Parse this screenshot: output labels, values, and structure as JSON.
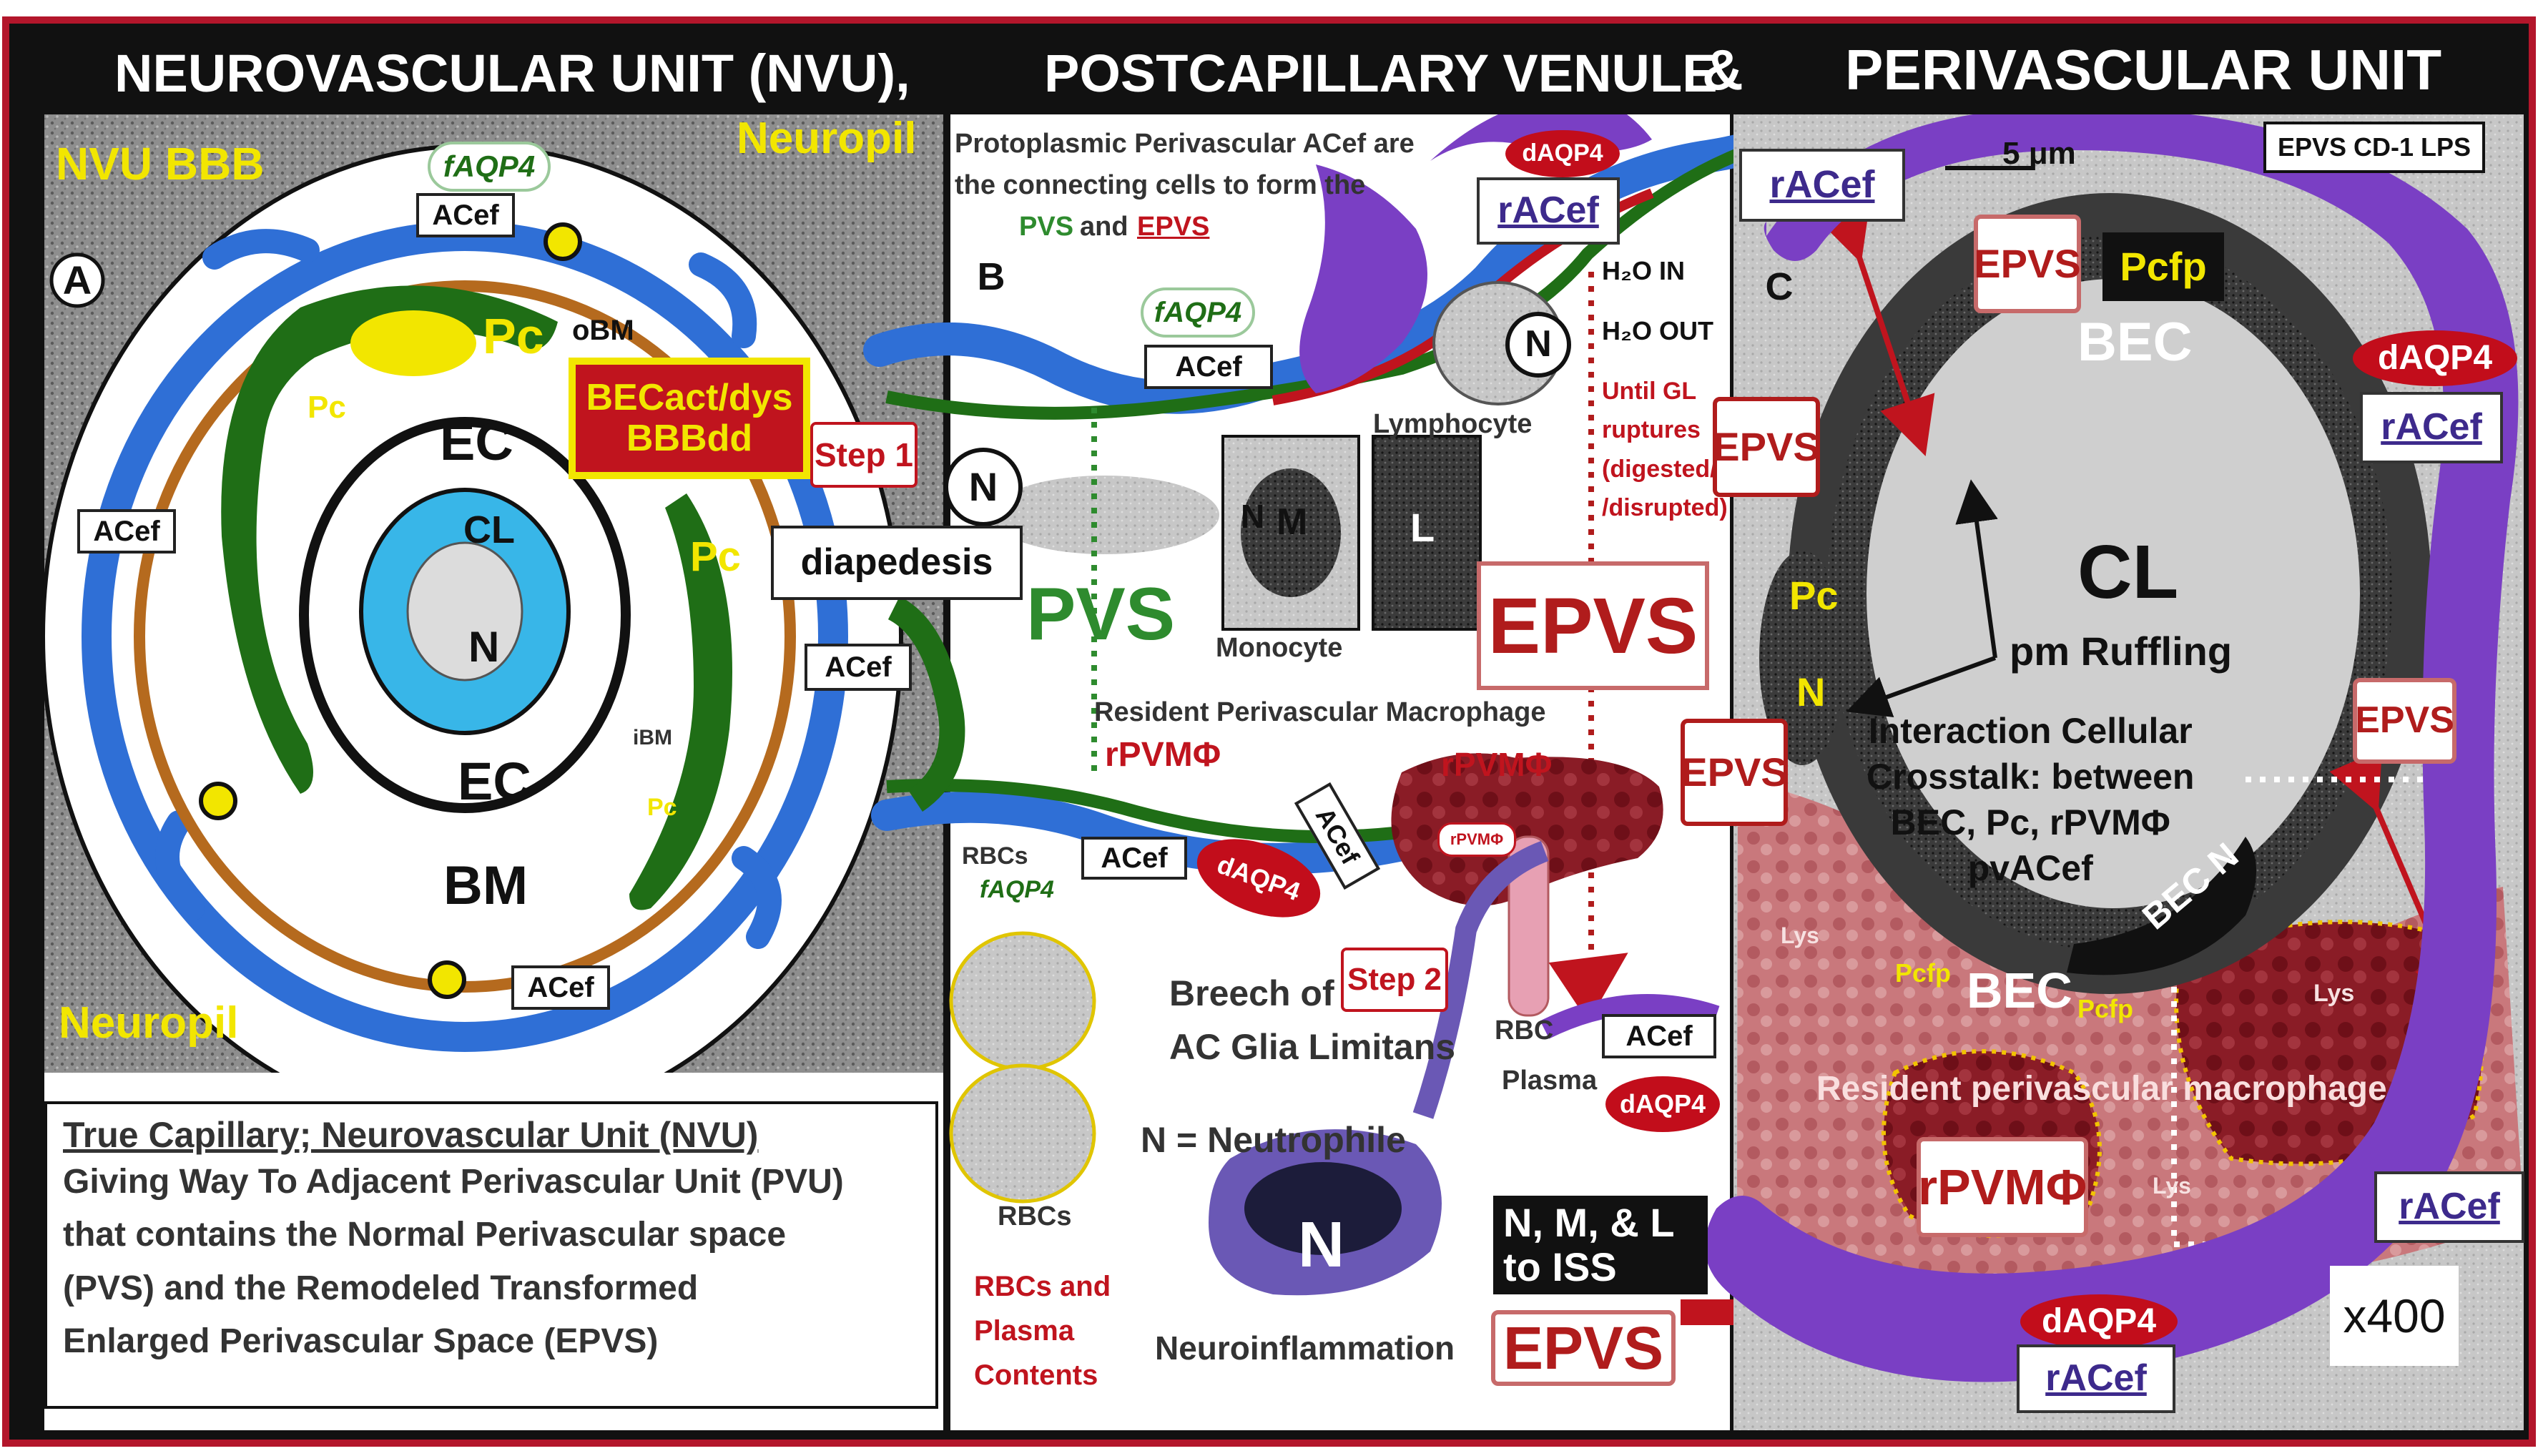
{
  "titles": {
    "nvu": "NEUROVASCULAR UNIT (NVU),",
    "venule": "POSTCAPILLARY VENULE",
    "amp": "&",
    "perivascular": "PERIVASCULAR UNIT"
  },
  "panel_a": {
    "letter": "A",
    "nvu_bbb": "NVU BBB",
    "neuropil_top": "Neuropil",
    "neuropil_bottom": "Neuropil",
    "faqp4": "fAQP4",
    "acef_top": "ACef",
    "acef_left": "ACef",
    "acef_right": "ACef",
    "acef_bottom": "ACef",
    "pc_big": "Pc",
    "pc_left": "Pc",
    "pc_right": "Pc",
    "pc_lower": "Pc",
    "obm": "oBM",
    "ec_top": "EC",
    "ec_bottom": "EC",
    "cl": "CL",
    "n": "N",
    "bm": "BM",
    "ibm": "iBM",
    "becact_line1": "BECact/dys",
    "becact_line2": "BBBdd",
    "step1": "Step 1",
    "n_circle": "N",
    "diapedesis": "diapedesis"
  },
  "panel_b": {
    "letter": "B",
    "intro_line1": "Protoplasmic Perivascular ACef are",
    "intro_line2": "the connecting cells to form the",
    "intro_pvs": "PVS",
    "intro_and": "and",
    "intro_epvs": "EPVS",
    "daqp4_top": "dAQP4",
    "racef_top": "rACef",
    "faqp4": "fAQP4",
    "acef_top": "ACef",
    "h2o_in": "H₂O IN",
    "h2o_out": "H₂O OUT",
    "n_circle": "N",
    "lymphocyte": "Lymphocyte",
    "until_lines": [
      "Until GL",
      "ruptures",
      "(digested/",
      "/disrupted)"
    ],
    "epvs_side": "EPVS",
    "m": "M",
    "l": "L",
    "n_small": "N",
    "pvs": "PVS",
    "monocyte": "Monocyte",
    "epvs_big": "EPVS",
    "resident_macrophage": "Resident Perivascular Macrophage",
    "rpvm_left": "rPVMΦ",
    "rpvm_right": "rPVMΦ",
    "rpvm_small": "rPVMΦ",
    "epvs_mid": "EPVS",
    "rbcs_top": "RBCs",
    "faqp4_lower": "fAQP4",
    "acef_lower": "ACef",
    "daqp4_lower": "dAQP4",
    "acef_diag": "ACef",
    "step2": "Step 2",
    "breech_line1": "Breech of",
    "breech_line2": "AC Glia Limitans",
    "rbc_plasma_line1": "RBC",
    "rbc_plasma_line2": "Plasma",
    "acef_bottom": "ACef",
    "daqp4_bottom": "dAQP4",
    "neutrophile": "N = Neutrophile",
    "rbcs_bottom": "RBCs",
    "rbcs_contents": [
      "RBCs and",
      "Plasma",
      "Contents"
    ],
    "n_big": "N",
    "nml_line1": "N, M, & L",
    "nml_line2": "to ISS",
    "neuroinflammation": "Neuroinflammation",
    "epvs_bottom": "EPVS"
  },
  "panel_c": {
    "letter": "C",
    "scale": "5 μm",
    "header_label": "EPVS CD-1    LPS",
    "racef_topleft": "rACef",
    "epvs_top": "EPVS",
    "pcfp_label": "Pcfp",
    "bec_top": "BEC",
    "daqp4_right": "dAQP4",
    "racef_right": "rACef",
    "cl": "CL",
    "pm_ruffling": "pm Ruffling",
    "pc": "Pc",
    "n": "N",
    "interaction_lines": [
      "Interaction Cellular",
      "Crosstalk: between",
      "BEC, Pc, rPVMΦ",
      "pvACef"
    ],
    "epvs_right": "EPVS",
    "bec_n": "BEC N",
    "lys_left": "Lys",
    "pcfp_low_left": "Pcfp",
    "bec_bottom": "BEC",
    "pcfp_low_right": "Pcfp",
    "lys_right": "Lys",
    "resident_macrophage": "Resident perivascular macrophage",
    "rpvm": "rPVMΦ",
    "lys_bottom": "Lys",
    "racef_lowright": "rACef",
    "daqp4_bottom": "dAQP4",
    "racef_bottom": "rACef",
    "x400": "x400"
  },
  "caption": {
    "heading": "True Capillary; Neurovascular Unit (NVU)",
    "lines": [
      "Giving Way To Adjacent Perivascular Unit (PVU)",
      "that contains the Normal Perivascular space",
      "(PVS) and the Remodeled Transformed",
      "Enlarged Perivascular Space (EPVS)"
    ]
  },
  "colors": {
    "frame_red": "#b3162b",
    "acef_blue": "#2f6fd6",
    "pc_green": "#1f6e16",
    "bm_orange": "#b56a1e",
    "racef_purple": "#7a3fc4",
    "daqp4_red": "#c20d1b",
    "epvs_red": "#b01c1c",
    "pvs_green": "#2e8b2e",
    "yellow": "#f2e600",
    "lumen_cyan": "#38b6e8"
  }
}
